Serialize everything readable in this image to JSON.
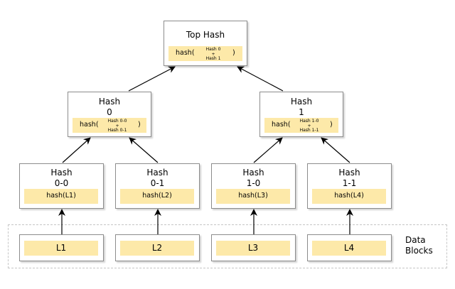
{
  "top": {
    "title": "Top Hash",
    "fn": "hash(",
    "a": "Hash 0",
    "op": "+",
    "b": "Hash 1",
    "close": ")"
  },
  "h0": {
    "title1": "Hash",
    "title2": "0",
    "fn": "hash(",
    "a": "Hash 0-0",
    "op": "+",
    "b": "Hash 0-1",
    "close": ")"
  },
  "h1": {
    "title1": "Hash",
    "title2": "1",
    "fn": "hash(",
    "a": "Hash 1-0",
    "op": "+",
    "b": "Hash 1-1",
    "close": ")"
  },
  "h00": {
    "title1": "Hash",
    "title2": "0-0",
    "fn": "hash(L1)"
  },
  "h01": {
    "title1": "Hash",
    "title2": "0-1",
    "fn": "hash(L2)"
  },
  "h10": {
    "title1": "Hash",
    "title2": "1-0",
    "fn": "hash(L3)"
  },
  "h11": {
    "title1": "Hash",
    "title2": "1-1",
    "fn": "hash(L4)"
  },
  "leaves": {
    "l1": "L1",
    "l2": "L2",
    "l3": "L3",
    "l4": "L4"
  },
  "data_blocks": {
    "line1": "Data",
    "line2": "Blocks"
  },
  "colors": {
    "fill": "#fde9a9",
    "border": "#8c8c8c",
    "arrow": "#000000"
  }
}
